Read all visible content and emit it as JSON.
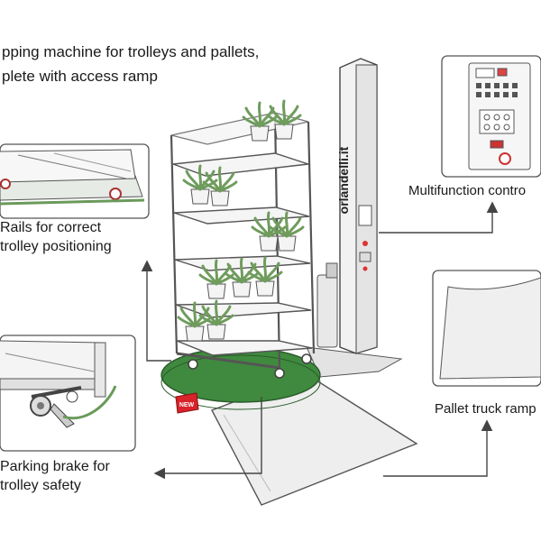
{
  "title": {
    "line1": "pping machine for trolleys and pallets,",
    "line2": "plete with access ramp"
  },
  "brand_text": "orlandelli.it",
  "new_badge": "NEW",
  "callouts": {
    "rails": {
      "line1": "Rails for correct",
      "line2": "trolley positioning"
    },
    "brake": {
      "line1": "Parking brake for",
      "line2": "trolley safety"
    },
    "control": {
      "label": "Multifunction contro"
    },
    "ramp": {
      "label": "Pallet truck ramp"
    }
  },
  "colors": {
    "turntable": "#3f8a3e",
    "badge": "#d8232a",
    "line": "#444444",
    "light_fill": "#eeeeee",
    "plant": "#7fae6a"
  }
}
